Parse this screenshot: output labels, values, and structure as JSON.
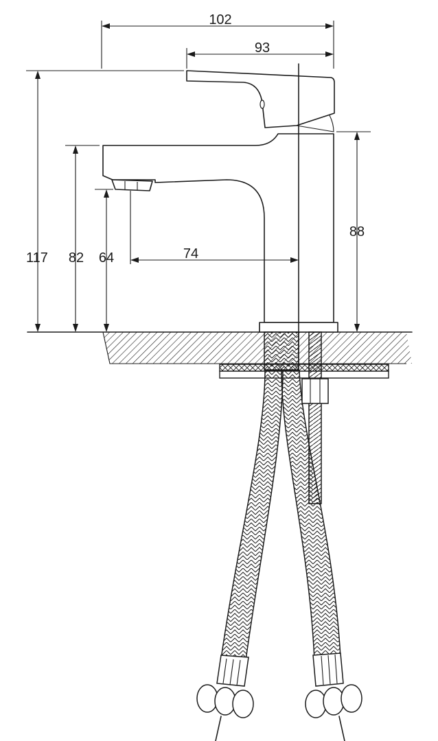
{
  "dimensions": {
    "overall_length": "102",
    "handle_reach": "93",
    "total_height": "117",
    "body_height": "82",
    "spout_outlet_height": "64",
    "spout_reach": "74",
    "base_to_handle_height": "88"
  },
  "colors": {
    "line": "#1a1a1a",
    "background": "#ffffff"
  }
}
